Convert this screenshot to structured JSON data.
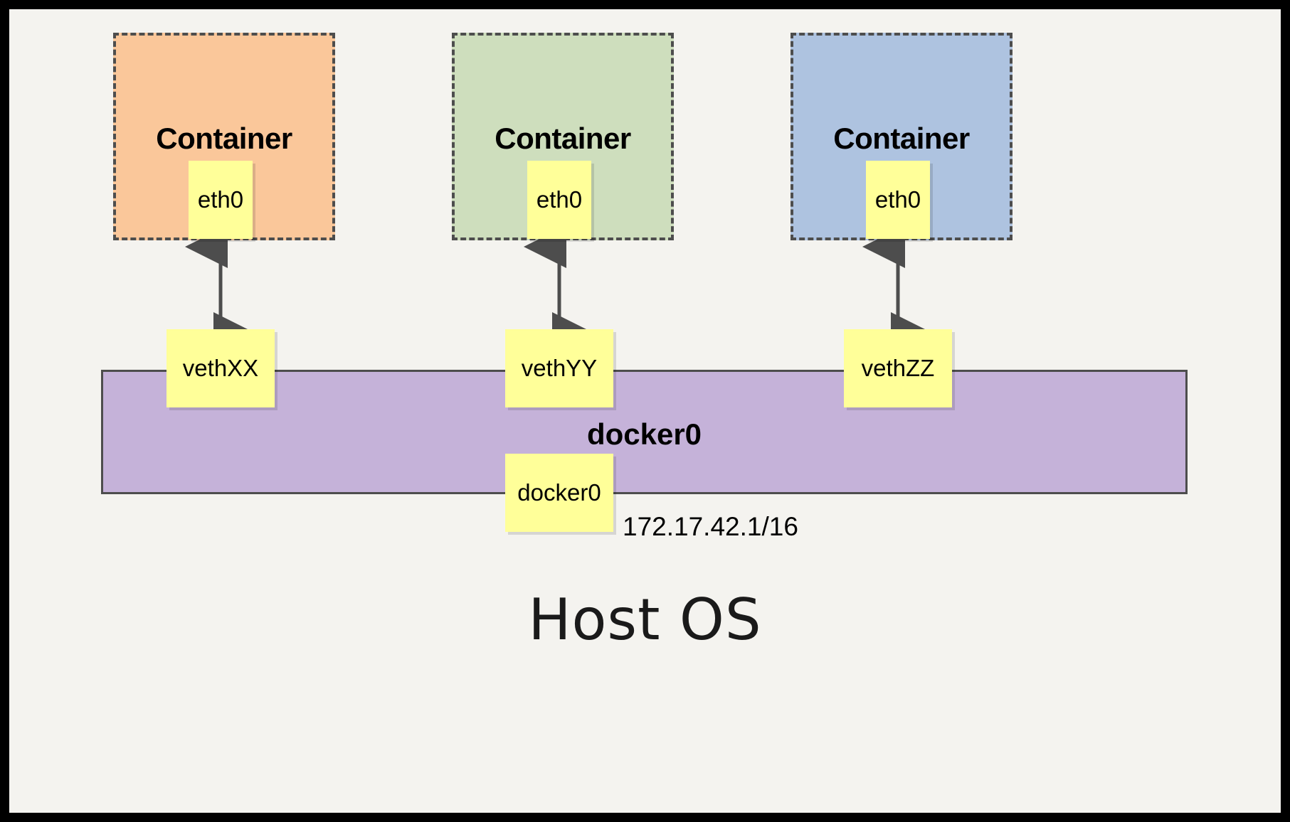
{
  "diagram": {
    "title_bottom": "Host OS",
    "bridge_label": "docker0",
    "bridge_ip": "172.17.42.1/16",
    "colors": {
      "page_background": "#f4f3ef",
      "frame": "#000000",
      "container_orange": "#fac79a",
      "container_green": "#cedebd",
      "container_blue": "#aec3e0",
      "note_yellow": "#ffff99",
      "bridge_purple": "#c5b2d9",
      "stroke_dark": "#4d4d4d"
    },
    "containers": [
      {
        "title": "Container",
        "interface": "eth0",
        "fill": "#fac79a"
      },
      {
        "title": "Container",
        "interface": "eth0",
        "fill": "#cedebd"
      },
      {
        "title": "Container",
        "interface": "eth0",
        "fill": "#aec3e0"
      }
    ],
    "veth_pairs": [
      {
        "label": "vethXX"
      },
      {
        "label": "vethYY"
      },
      {
        "label": "vethZZ"
      }
    ],
    "bridge_port": {
      "label": "docker0"
    },
    "arrows": [
      {
        "name": "arrow-eth0-vethxx",
        "direction": "bidirectional"
      },
      {
        "name": "arrow-eth0-vethyy",
        "direction": "bidirectional"
      },
      {
        "name": "arrow-eth0-vethzz",
        "direction": "bidirectional"
      }
    ]
  }
}
